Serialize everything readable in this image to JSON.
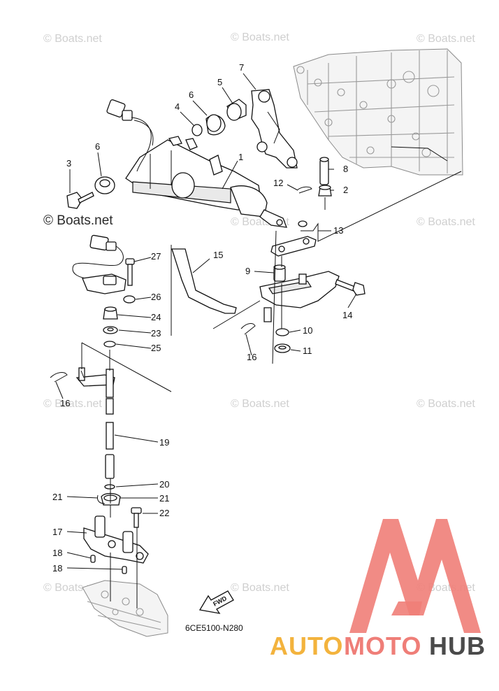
{
  "watermarks": {
    "repeat_text": "© Boats.net",
    "main_text": "© Boats.net"
  },
  "callouts": {
    "c1": "1",
    "c2": "2",
    "c3": "3",
    "c4": "4",
    "c5": "5",
    "c6a": "6",
    "c6b": "6",
    "c7": "7",
    "c8": "8",
    "c9": "9",
    "c10": "10",
    "c11": "11",
    "c12": "12",
    "c13": "13",
    "c14": "14",
    "c15": "15",
    "c16a": "16",
    "c16b": "16",
    "c17": "17",
    "c18a": "18",
    "c18b": "18",
    "c19": "19",
    "c20": "20",
    "c21a": "21",
    "c21b": "21",
    "c22": "22",
    "c23": "23",
    "c24": "24",
    "c25": "25",
    "c26": "26",
    "c27": "27"
  },
  "arrow": {
    "label": "FWD"
  },
  "diagram_code": "6CE5100-N280",
  "brand": {
    "part1": "AUTO",
    "part2": "MOTO",
    "part3": "HUB",
    "color1": "#f3b33d",
    "color2": "#ef7e78",
    "color3": "#4a4a4a",
    "logo_color": "#ef7e78"
  }
}
